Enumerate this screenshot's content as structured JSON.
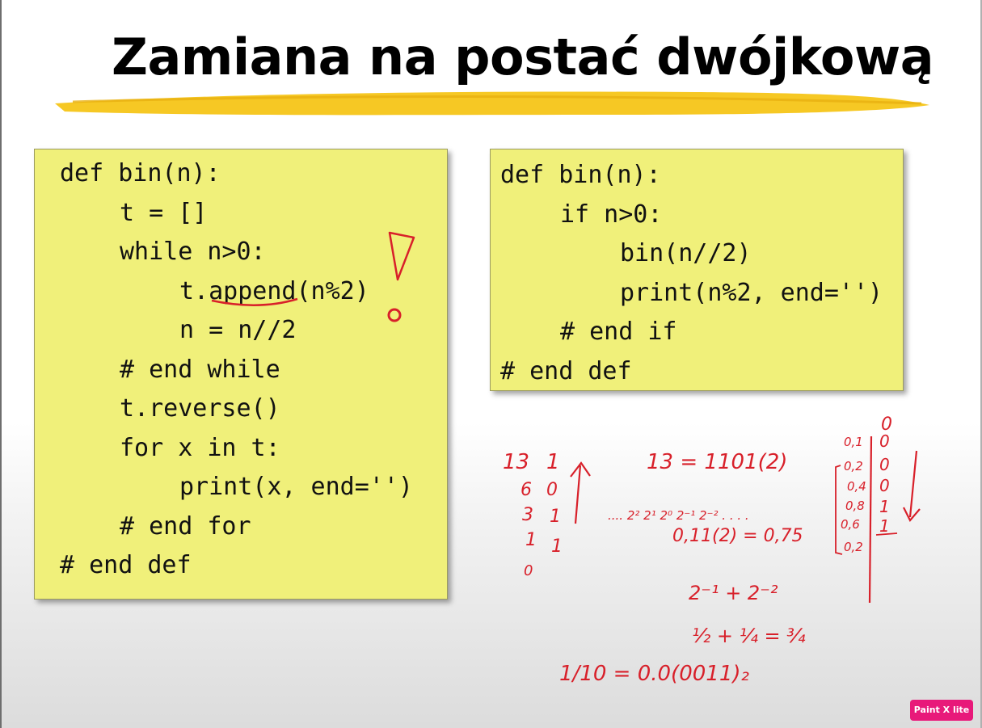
{
  "slide": {
    "title": "Zamiana na postać dwójkową"
  },
  "code_left": {
    "lines": [
      "def bin(n):",
      "t = []",
      "while n>0:",
      "t.append(n%2)",
      "n = n//2",
      "# end while",
      "t.reverse()",
      "for x in t:",
      "print(x, end='')",
      "# end for",
      "# end def"
    ]
  },
  "code_right": {
    "lines": [
      "def bin(n):",
      "if n>0:",
      "bin(n//2)",
      "print(n%2, end='')",
      "# end if",
      "# end def"
    ]
  },
  "annotations": {
    "division": {
      "quotients": [
        "13",
        "6",
        "3",
        "1",
        "0"
      ],
      "remainders": [
        "1",
        "0",
        "1",
        "1"
      ]
    },
    "eq1": "13 = 1101(2)",
    "powers": ".... 2² 2¹ 2⁰ 2⁻¹ 2⁻² . . . .",
    "eq2": "0,11(2) = 0,75",
    "eq3": "2⁻¹ + 2⁻²",
    "eq4": "½ + ¼ = ¾",
    "eq5": "1/10 = 0.0(0011)₂",
    "fraction_table": {
      "left": [
        "0,1",
        "0,2",
        "0,4",
        "0,8",
        "0,6",
        "0,2"
      ],
      "right": [
        "0",
        "0",
        "0",
        "0",
        "1",
        "1"
      ]
    }
  },
  "badge": {
    "label": "Paint X lite"
  },
  "colors": {
    "code_bg": "#f0f07a",
    "ink": "#d8202a",
    "highlight": "#f5c518",
    "badge": "#e8197a"
  }
}
